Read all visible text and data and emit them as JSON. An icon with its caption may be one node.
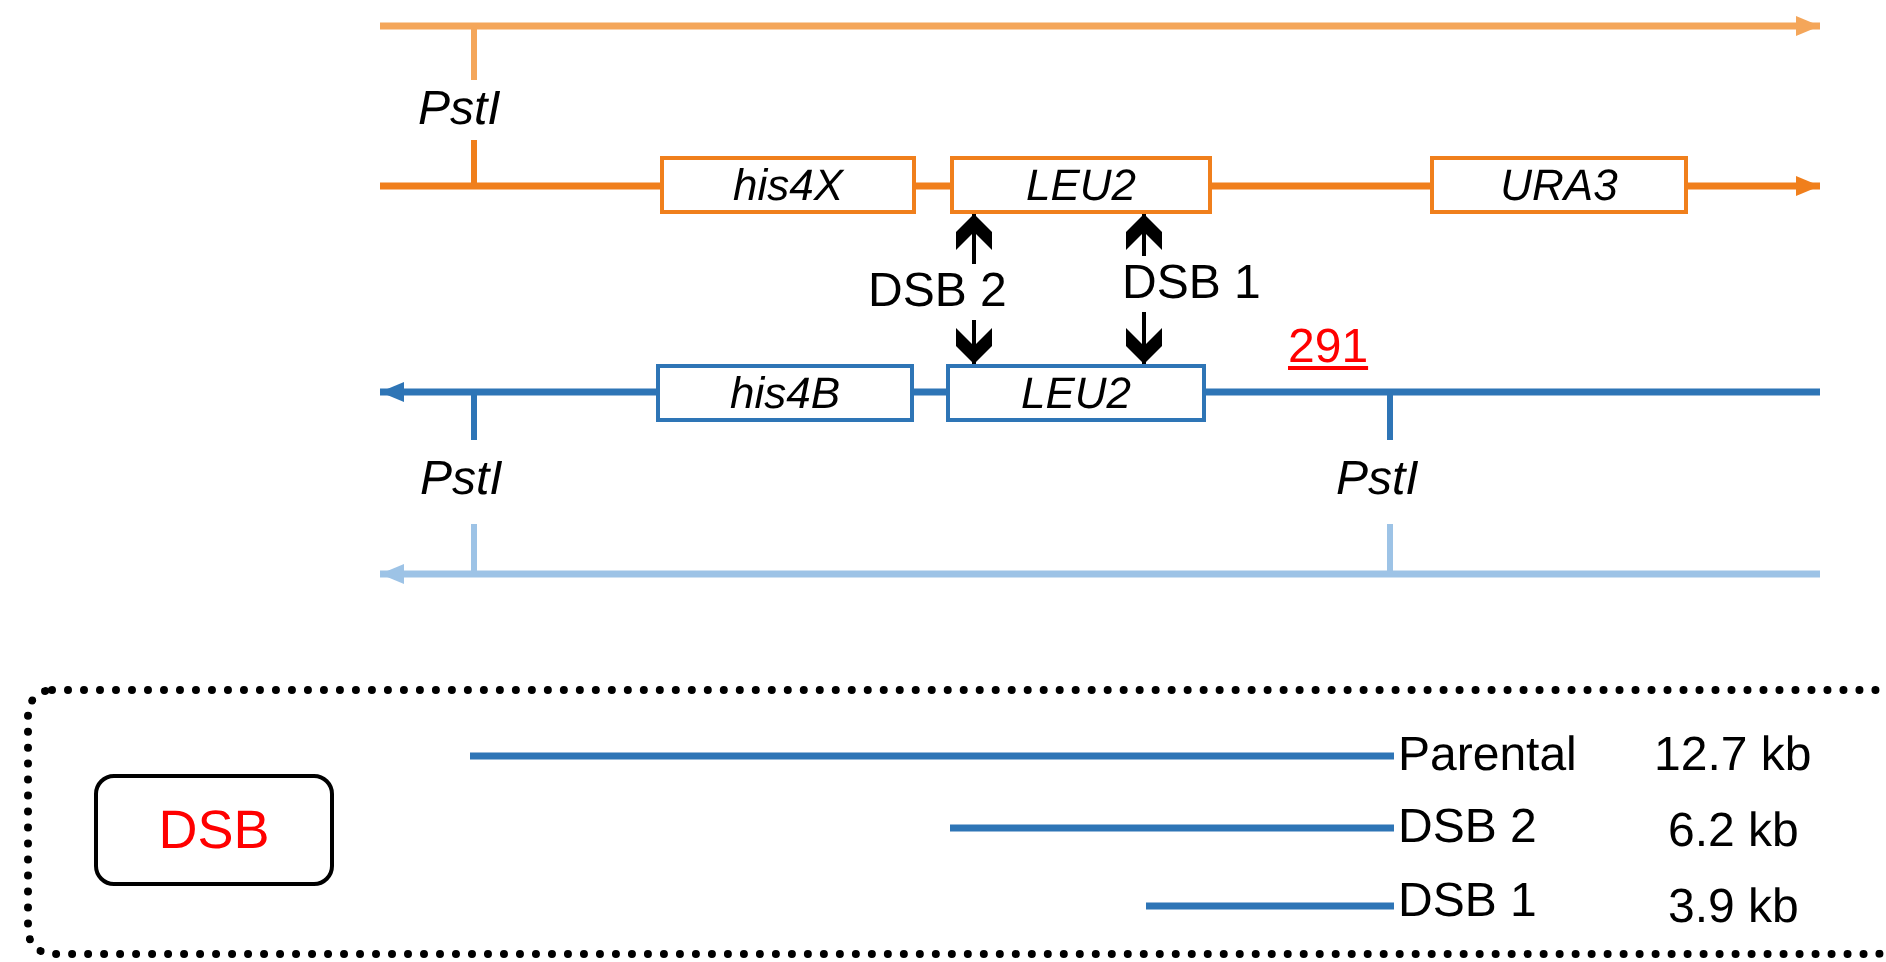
{
  "diagram": {
    "nodes": [
      {
        "text": [
          "his4X"
        ]
      },
      {
        "text": [
          "LEU2"
        ]
      },
      {
        "text": [
          "URA3"
        ]
      },
      {
        "text": [
          "his4B"
        ]
      },
      {
        "text": [
          "LEU2"
        ]
      },
      {
        "text": [],
        "shape": "box"
      },
      {
        "text": [
          "DSB"
        ],
        "in": 5
      }
    ],
    "edges": [
      {
        "from": 1,
        "to": 4,
        "arrow": "both",
        "label": "DSB 2"
      },
      {
        "from": 1,
        "to": 4,
        "arrow": "both",
        "label": "DSB 1"
      }
    ],
    "labels": [
      "PstI",
      "291",
      "PstI",
      "PstI",
      "Parental",
      "12.7 kb",
      "DSB 2",
      "6.2 kb",
      "DSB 1",
      "3.9 kb"
    ]
  }
}
